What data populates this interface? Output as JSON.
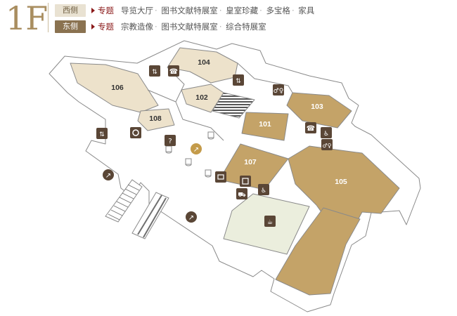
{
  "floor": "1F",
  "legend": [
    {
      "tag": "西侧",
      "topic": "专题",
      "items": [
        "导览大厅",
        "图书文献特展室",
        "皇室珍藏",
        "多宝格",
        "家具"
      ]
    },
    {
      "tag": "东侧",
      "topic": "专题",
      "items": [
        "宗教造像",
        "图书文献特展室",
        "综合特展室"
      ]
    }
  ],
  "rooms": {
    "r101": "101",
    "r102": "102",
    "r103": "103",
    "r104": "104",
    "r105": "105",
    "r106": "106",
    "r107": "107",
    "r108": "108"
  },
  "icons": [
    "elevator-icon",
    "phone-icon",
    "restroom-icon",
    "wheelchair-icon",
    "escalator-icon",
    "cafe-icon",
    "stairs-icon",
    "info-icon",
    "shop-icon",
    "atm-icon",
    "exit-arrow-icon"
  ],
  "colors": {
    "title": "#a98e60",
    "tan": "#c4a368",
    "light": "#ede2cb",
    "pale": "#ebeedd",
    "wall": "#ffffff",
    "outline": "#8a8a8a",
    "icon": "#5a4636",
    "topic": "#8b1a1a",
    "exit": "#c49b4a"
  }
}
